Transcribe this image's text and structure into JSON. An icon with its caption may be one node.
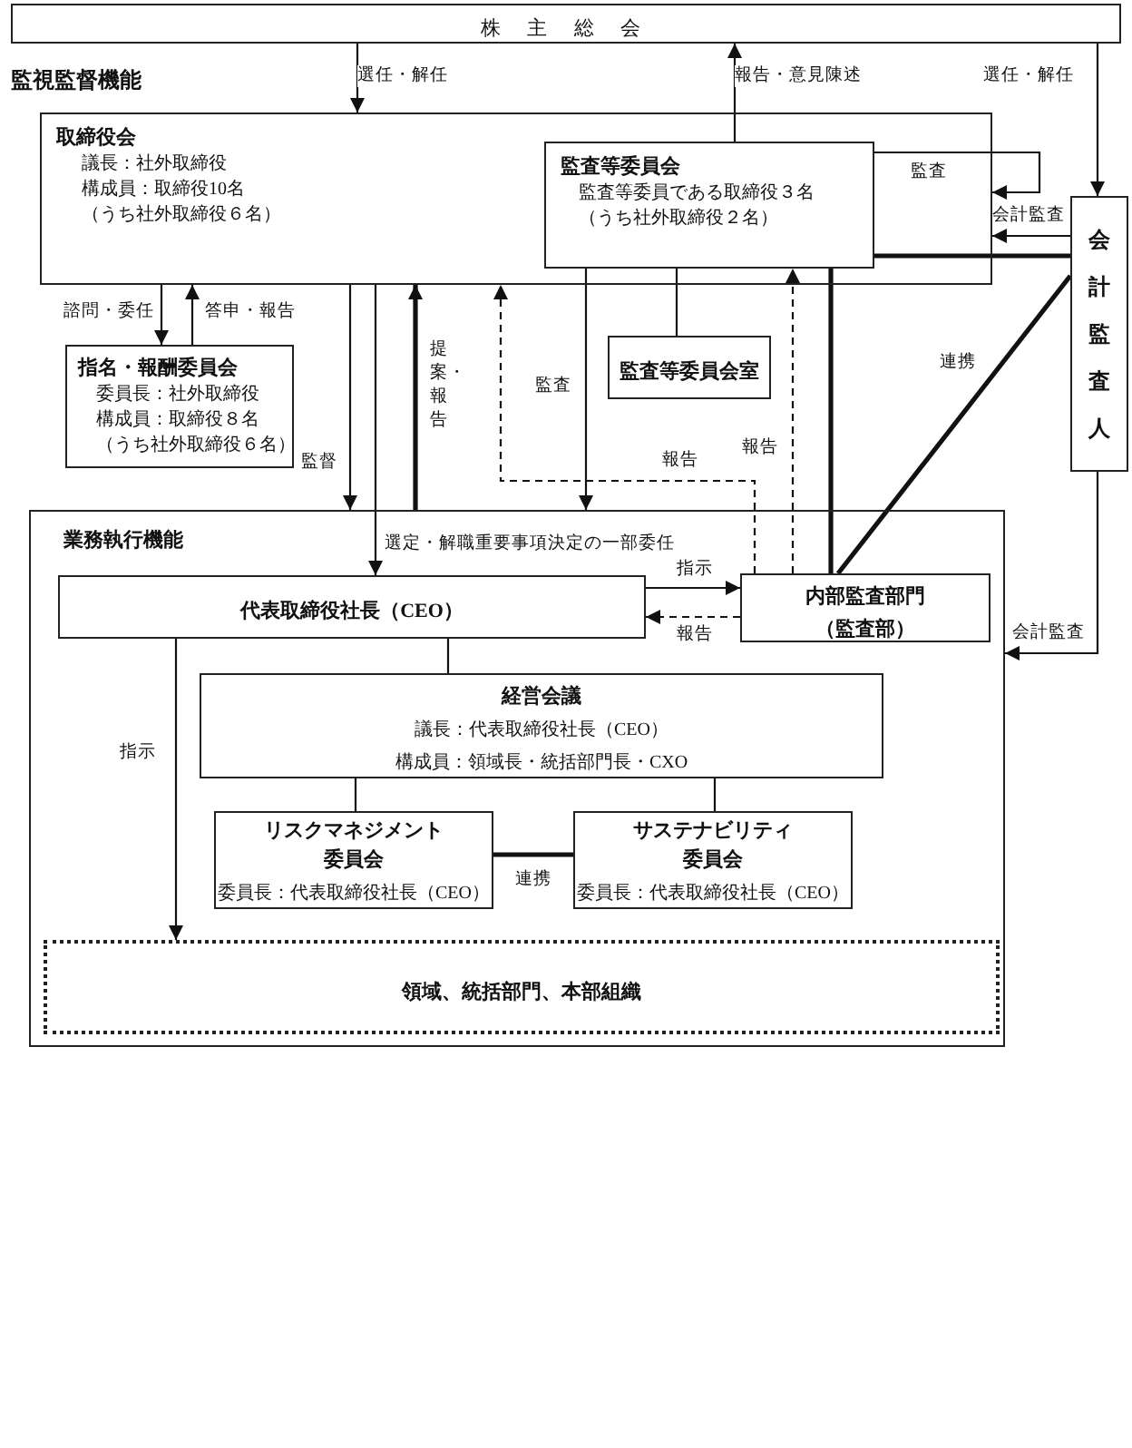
{
  "diagram": {
    "nodes": [
      {
        "text": [
          "株 主 総 会"
        ]
      },
      {
        "text": [
          "取締役会",
          "議長：社外取締役",
          "構成員：取締役10名",
          "（うち社外取締役６名）"
        ]
      },
      {
        "text": [
          "監査等委員会",
          "監査等委員である取締役３名",
          "（うち社外取締役２名）"
        ],
        "in": 1
      },
      {
        "text": [
          "指名・報酬委員会",
          "委員長：社外取締役",
          "構成員：取締役８名",
          "（うち社外取締役６名）"
        ]
      },
      {
        "text": [
          "監査等委員会室"
        ]
      },
      {
        "text": [
          "会計監査人"
        ]
      },
      {
        "text": [
          "業務執行機能"
        ]
      },
      {
        "text": [
          "代表取締役社長（CEO）"
        ],
        "in": 6
      },
      {
        "text": [
          "内部監査部門",
          "（監査部）"
        ],
        "in": 6
      },
      {
        "text": [
          "経営会議",
          "議長：代表取締役社長（CEO）",
          "構成員：領域長・統括部門長・CXO"
        ],
        "in": 6
      },
      {
        "text": [
          "リスクマネジメント委員会",
          "委員長：代表取締役社長（CEO）"
        ],
        "in": 6
      },
      {
        "text": [
          "サステナビリティ委員会",
          "委員長：代表取締役社長（CEO）"
        ],
        "in": 6
      },
      {
        "text": [
          "領域、統括部門、本部組織"
        ],
        "in": 6
      }
    ],
    "edges": [
      {
        "from": 0,
        "to": 1,
        "arrow": "to",
        "label": "選任・解任"
      },
      {
        "from": 2,
        "to": 0,
        "arrow": "to",
        "label": "報告・意見陳述"
      },
      {
        "from": 0,
        "to": 5,
        "arrow": "to",
        "label": "選任・解任"
      },
      {
        "from": 2,
        "to": 1,
        "arrow": "to",
        "label": "監査"
      },
      {
        "from": 5,
        "to": 1,
        "arrow": "to",
        "label": "会計監査"
      },
      {
        "from": 2,
        "to": 5,
        "arrow": "none",
        "style": "thick"
      },
      {
        "from": 5,
        "to": 8,
        "arrow": "none",
        "style": "thick",
        "label": "連携"
      },
      {
        "from": 2,
        "to": 8,
        "arrow": "none",
        "style": "thick"
      },
      {
        "from": 1,
        "to": 3,
        "arrow": "to",
        "label": "諮問・委任"
      },
      {
        "from": 3,
        "to": 1,
        "arrow": "to",
        "label": "答申・報告"
      },
      {
        "from": 1,
        "to": 6,
        "arrow": "to",
        "label": "監督"
      },
      {
        "from": 1,
        "to": 7,
        "arrow": "to",
        "label": "選定・解職重要事項決定の一部委任"
      },
      {
        "from": 6,
        "to": 1,
        "arrow": "to",
        "style": "thick",
        "label": "提案・報告"
      },
      {
        "from": 2,
        "to": 4,
        "arrow": "none"
      },
      {
        "from": 2,
        "to": 6,
        "arrow": "to",
        "label": "監査"
      },
      {
        "from": 8,
        "to": 1,
        "arrow": "to",
        "style": "dashed",
        "label": "報告"
      },
      {
        "from": 8,
        "to": 2,
        "arrow": "to",
        "style": "dashed",
        "label": "報告"
      },
      {
        "from": 5,
        "to": 6,
        "arrow": "to",
        "label": "会計監査"
      },
      {
        "from": 7,
        "to": 8,
        "arrow": "to",
        "label": "指示"
      },
      {
        "from": 8,
        "to": 7,
        "arrow": "to",
        "style": "dashed",
        "label": "報告"
      },
      {
        "from": 7,
        "to": 9,
        "arrow": "none"
      },
      {
        "from": 9,
        "to": 10,
        "arrow": "none"
      },
      {
        "from": 9,
        "to": 11,
        "arrow": "none"
      },
      {
        "from": 10,
        "to": 11,
        "arrow": "none",
        "style": "thick",
        "label": "連携"
      },
      {
        "from": 7,
        "to": 12,
        "arrow": "to",
        "label": "指示"
      }
    ],
    "labels": [
      "監視監督機能"
    ]
  }
}
